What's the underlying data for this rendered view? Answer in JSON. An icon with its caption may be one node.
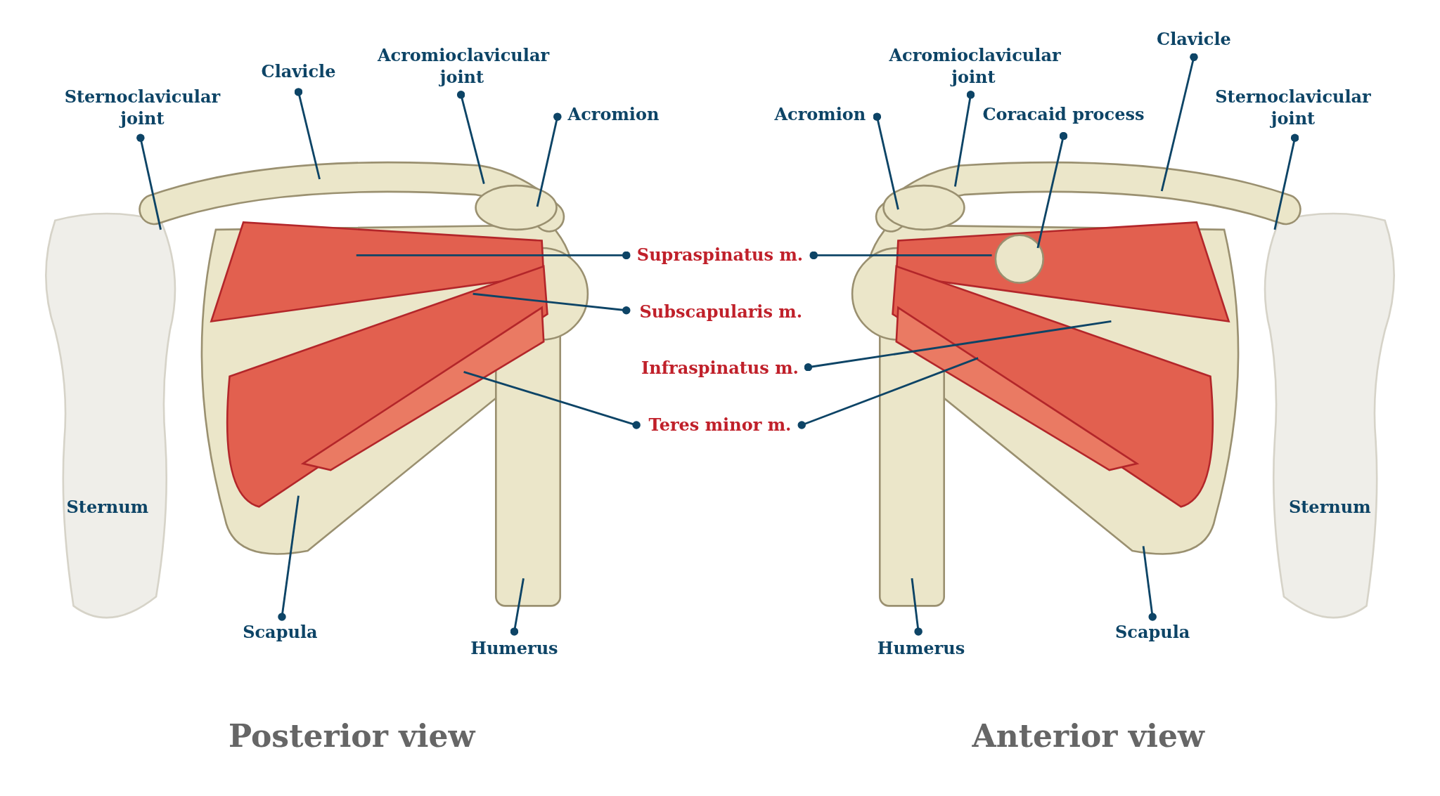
{
  "diagram": {
    "nodes": [
      {
        "text": [
          "Sternoclavicular joint"
        ]
      },
      {
        "text": [
          "Clavicle"
        ]
      },
      {
        "text": [
          "Acromioclavicular joint"
        ]
      },
      {
        "text": [
          "Acromion"
        ]
      },
      {
        "text": [
          "Acromion"
        ]
      },
      {
        "text": [
          "Acromioclavicular joint"
        ]
      },
      {
        "text": [
          "Coracaid process"
        ]
      },
      {
        "text": [
          "Clavicle"
        ]
      },
      {
        "text": [
          "Sternoclavicular joint"
        ]
      },
      {
        "text": [
          "Supraspinatus m."
        ]
      },
      {
        "text": [
          "Subscapularis m."
        ]
      },
      {
        "text": [
          "Infraspinatus m."
        ]
      },
      {
        "text": [
          "Teres minor m."
        ]
      },
      {
        "text": [
          "Scapula"
        ]
      },
      {
        "text": [
          "Humerus"
        ]
      },
      {
        "text": [
          "Humerus"
        ]
      },
      {
        "text": [
          "Scapula"
        ]
      }
    ],
    "edges": [
      {
        "from": 0,
        "to": null,
        "arrow": "other"
      },
      {
        "from": 1,
        "to": null,
        "arrow": "other"
      },
      {
        "from": 2,
        "to": null,
        "arrow": "other"
      },
      {
        "from": 3,
        "to": null,
        "arrow": "other"
      },
      {
        "from": 4,
        "to": null,
        "arrow": "other"
      },
      {
        "from": 5,
        "to": null,
        "arrow": "other"
      },
      {
        "from": 6,
        "to": null,
        "arrow": "other"
      },
      {
        "from": 7,
        "to": null,
        "arrow": "other"
      },
      {
        "from": 8,
        "to": null,
        "arrow": "other"
      },
      {
        "from": 9,
        "to": null,
        "arrow": "other"
      },
      {
        "from": 9,
        "to": null,
        "arrow": "other"
      },
      {
        "from": 10,
        "to": null,
        "arrow": "other"
      },
      {
        "from": 11,
        "to": null,
        "arrow": "other"
      },
      {
        "from": 12,
        "to": null,
        "arrow": "other"
      },
      {
        "from": 12,
        "to": null,
        "arrow": "other"
      },
      {
        "from": 13,
        "to": null,
        "arrow": "other"
      },
      {
        "from": 14,
        "to": null,
        "arrow": "other"
      },
      {
        "from": 15,
        "to": null,
        "arrow": "other"
      },
      {
        "from": 16,
        "to": null,
        "arrow": "other"
      }
    ],
    "labels": [
      "Sternum",
      "Sternum",
      "Posterior view",
      "Anterior view"
    ]
  }
}
